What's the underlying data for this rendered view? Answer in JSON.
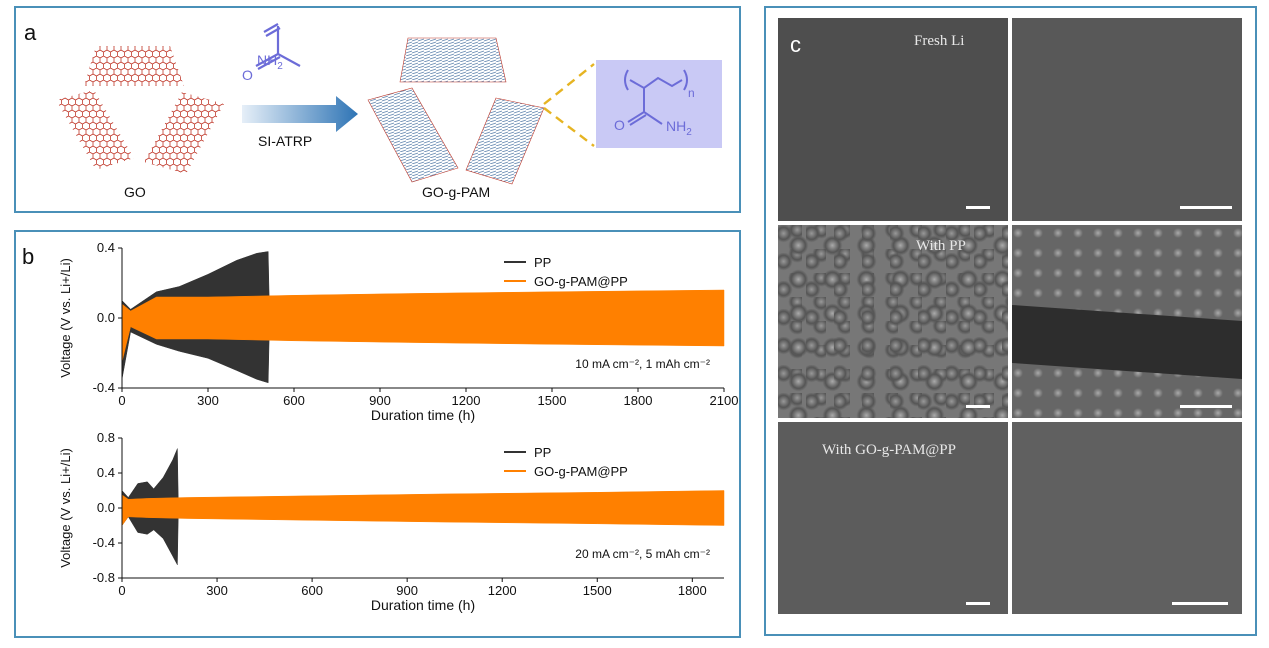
{
  "panel_a": {
    "label": "a",
    "go_label": "GO",
    "method_label": "SI-ATRP",
    "product_label": "GO-g-PAM",
    "monomer_nh2": "NH",
    "monomer_nh2_sub": "2",
    "monomer_o": "O",
    "polymer_n": "n",
    "polymer_nh2": "NH",
    "polymer_nh2_sub": "2",
    "polymer_o": "O",
    "colors": {
      "sheet": "#c0392b",
      "chains": "#6e8fb5",
      "arrow": "#2e74b5",
      "polymer_box": "#c9c9f5",
      "dash": "#e6b422",
      "molecule": "#6c6cd8"
    }
  },
  "panel_b": {
    "label": "b",
    "legend_pp": "PP",
    "legend_go": "GO-g-PAM@PP",
    "colors": {
      "PP": "#333333",
      "GO-g-PAM@PP": "#ff8000"
    }
  },
  "panel_c": {
    "label": "c",
    "row_labels": [
      "Fresh Li",
      "With PP",
      "With GO-g-PAM@PP"
    ]
  },
  "chart_data": [
    {
      "type": "area",
      "xlabel": "Duration time (h)",
      "ylabel": "Voltage (V vs. Li+/Li)",
      "xlim": [
        0,
        2100
      ],
      "ylim": [
        -0.4,
        0.4
      ],
      "xticks": [
        0,
        300,
        600,
        900,
        1200,
        1500,
        1800,
        2100
      ],
      "yticks": [
        -0.4,
        0.0,
        0.4
      ],
      "annotation": "10 mA cm⁻², 1 mAh cm⁻²",
      "legend_position": "top-right",
      "series": [
        {
          "name": "PP",
          "x": [
            0,
            30,
            120,
            200,
            300,
            400,
            470,
            510,
            515
          ],
          "y_upper": [
            0.1,
            0.05,
            0.15,
            0.18,
            0.25,
            0.33,
            0.37,
            0.38,
            0.0
          ],
          "y_lower": [
            -0.35,
            -0.08,
            -0.15,
            -0.19,
            -0.23,
            -0.3,
            -0.35,
            -0.37,
            0.0
          ]
        },
        {
          "name": "GO-g-PAM@PP",
          "x": [
            0,
            30,
            120,
            300,
            600,
            1000,
            1500,
            2100
          ],
          "y_upper": [
            0.08,
            0.04,
            0.12,
            0.12,
            0.13,
            0.14,
            0.15,
            0.16
          ],
          "y_lower": [
            -0.25,
            -0.05,
            -0.12,
            -0.12,
            -0.13,
            -0.14,
            -0.15,
            -0.16
          ]
        }
      ]
    },
    {
      "type": "area",
      "xlabel": "Duration time (h)",
      "ylabel": "Voltage (V vs. Li+/Li)",
      "xlim": [
        0,
        1900
      ],
      "ylim": [
        -0.8,
        0.8
      ],
      "xticks": [
        0,
        300,
        600,
        900,
        1200,
        1500,
        1800
      ],
      "yticks": [
        -0.8,
        -0.4,
        0.0,
        0.4,
        0.8
      ],
      "annotation": "20 mA cm⁻², 5 mAh cm⁻²",
      "legend_position": "top-right",
      "series": [
        {
          "name": "PP",
          "x": [
            0,
            20,
            50,
            80,
            100,
            130,
            160,
            175,
            178
          ],
          "y_upper": [
            0.2,
            0.12,
            0.28,
            0.3,
            0.22,
            0.35,
            0.55,
            0.68,
            0.0
          ],
          "y_lower": [
            -0.2,
            -0.1,
            -0.28,
            -0.3,
            -0.25,
            -0.35,
            -0.55,
            -0.65,
            0.0
          ]
        },
        {
          "name": "GO-g-PAM@PP",
          "x": [
            0,
            20,
            80,
            200,
            600,
            1000,
            1500,
            1900
          ],
          "y_upper": [
            0.15,
            0.1,
            0.11,
            0.12,
            0.14,
            0.16,
            0.18,
            0.2
          ],
          "y_lower": [
            -0.2,
            -0.1,
            -0.11,
            -0.12,
            -0.14,
            -0.16,
            -0.18,
            -0.2
          ]
        }
      ]
    }
  ]
}
